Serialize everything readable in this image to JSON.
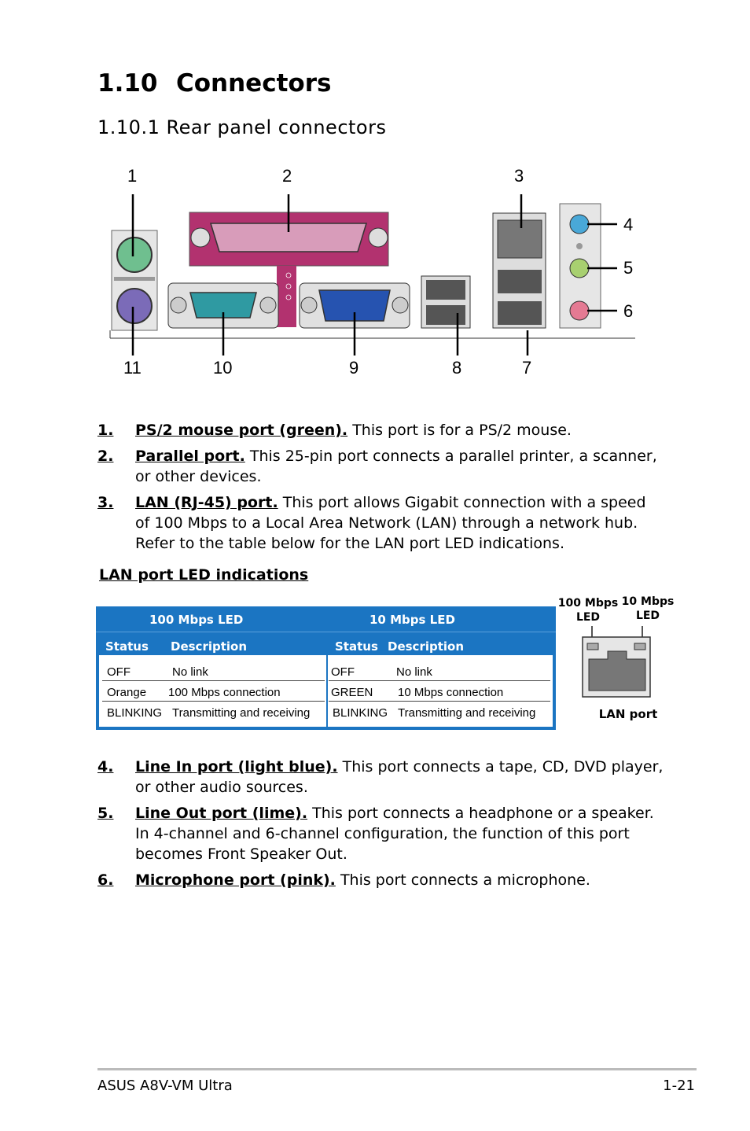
{
  "heading": {
    "number": "1.10",
    "title": "Connectors"
  },
  "subheading": "1.10.1 Rear panel connectors",
  "diagram": {
    "callouts_top": [
      "1",
      "2",
      "3",
      "4",
      "5",
      "6"
    ],
    "callouts_bottom": [
      "11",
      "10",
      "9",
      "8",
      "7"
    ],
    "colors": {
      "ps2_mouse": "#6fbf8f",
      "ps2_kbd": "#7b6bb8",
      "parallel": "#b2326f",
      "serial": "#2f9aa2",
      "vga": "#2653b0",
      "line_in": "#49a8d8",
      "line_out": "#a8d070",
      "mic": "#e47a93"
    }
  },
  "items_top": [
    {
      "num": "1.",
      "title": "PS/2 mouse port (green).",
      "text": " This port is for a PS/2 mouse."
    },
    {
      "num": "2.",
      "title": "Parallel port.",
      "text": " This 25-pin port connects a parallel printer, a scanner, or other devices."
    },
    {
      "num": "3.",
      "title": "LAN (RJ-45) port.",
      "text": " This port allows Gigabit connection with a speed of 100 Mbps to a Local Area Network (LAN) through a network hub. Refer to the table below for the LAN port LED indications."
    }
  ],
  "led_section_title": "LAN port LED indications",
  "led_table": {
    "left_header": "100 Mbps LED",
    "right_header": "10 Mbps LED",
    "col_status": "Status",
    "col_desc": "Description",
    "left_rows": [
      {
        "status": "OFF",
        "desc": "No link"
      },
      {
        "status": "Orange",
        "desc": "100 Mbps connection"
      },
      {
        "status": "BLINKING",
        "desc": "Transmitting and receiving"
      }
    ],
    "right_rows": [
      {
        "status": "OFF",
        "desc": "No link"
      },
      {
        "status": "GREEN",
        "desc": "10 Mbps connection"
      },
      {
        "status": "BLINKING",
        "desc": "Transmitting and receiving"
      }
    ]
  },
  "lan_figure": {
    "led100_line1": "100 Mbps",
    "led100_line2": "LED",
    "led10_line1": "10 Mbps",
    "led10_line2": "LED",
    "port_label": "LAN port"
  },
  "items_bottom": [
    {
      "num": "4.",
      "title": "Line In port (light blue).",
      "text": " This port connects a tape, CD, DVD player, or other audio sources."
    },
    {
      "num": "5.",
      "title": "Line Out port (lime).",
      "text": " This port connects a headphone or a speaker. In 4-channel and 6-channel configuration, the function of this port becomes Front Speaker Out."
    },
    {
      "num": "6.",
      "title": "Microphone port (pink).",
      "text": " This port connects a microphone."
    }
  ],
  "footer": {
    "left": "ASUS A8V-VM Ultra",
    "right": "1-21"
  }
}
